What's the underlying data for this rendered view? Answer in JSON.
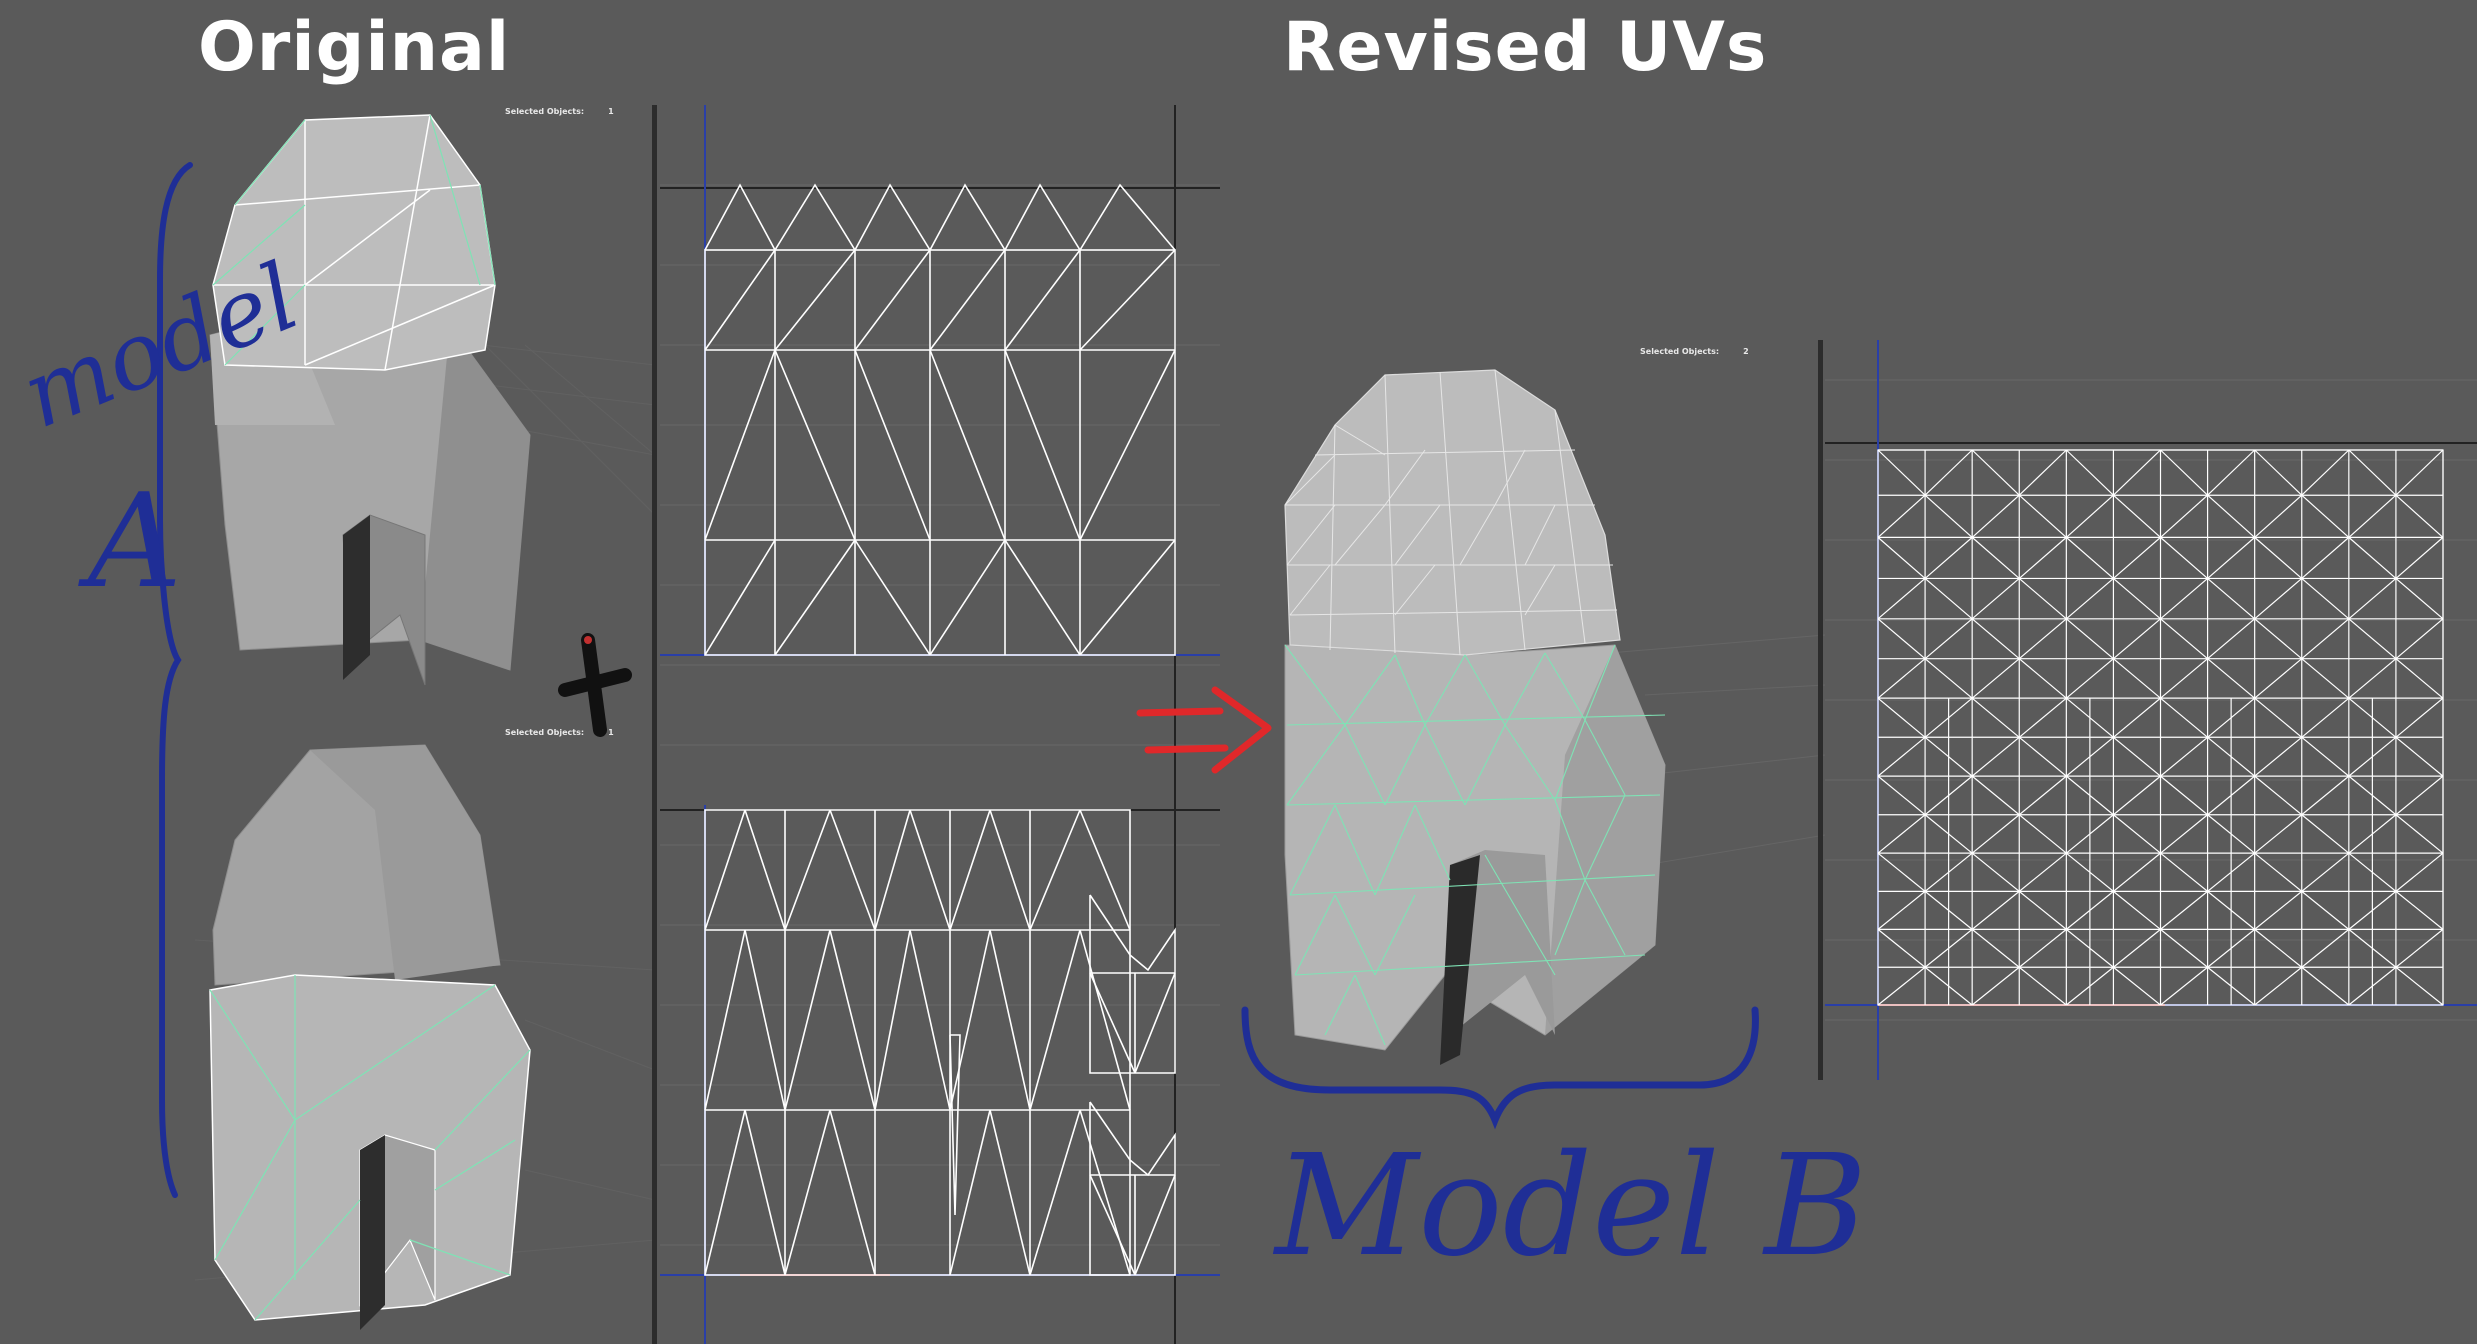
{
  "titles": {
    "original": "Original",
    "revised": "Revised UVs"
  },
  "viewports": {
    "top_left": {
      "hud_label": "Selected Objects:",
      "hud_value": "1"
    },
    "bottom_left": {
      "hud_label": "Selected Objects:",
      "hud_value": "1"
    },
    "right": {
      "hud_label": "Selected Objects:",
      "hud_value": "2"
    }
  },
  "annotations": {
    "model_a_word": "model",
    "model_a_letter": "A",
    "model_b": "Model B",
    "plus_sign": "+",
    "arrow": "⇒"
  },
  "colors": {
    "background": "#5a5a5a",
    "mesh_fill": "#a9a9a9",
    "selected_edges": "#7fe3b5",
    "uv_lines": "#ffffff",
    "handwriting": "#1f2e96",
    "arrow": "#e0282a"
  }
}
